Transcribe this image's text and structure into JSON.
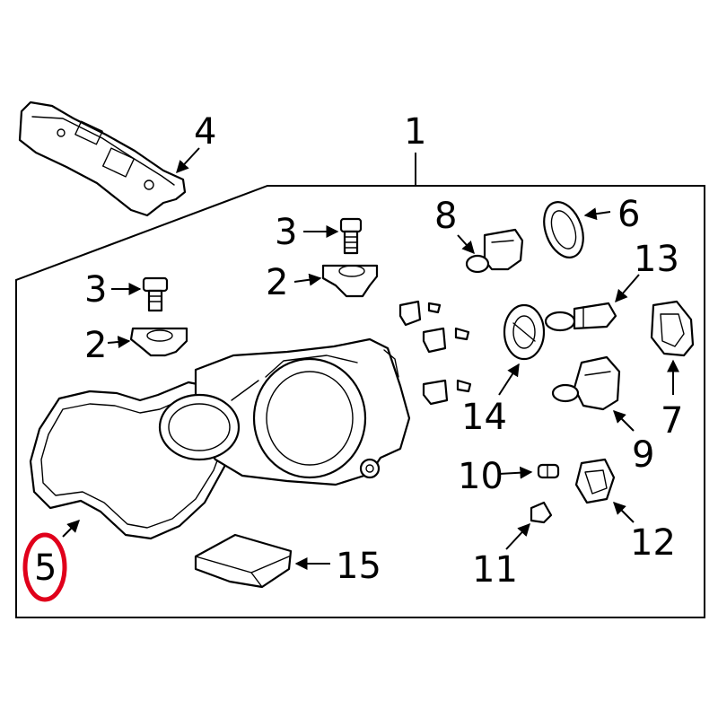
{
  "diagram": {
    "callouts": {
      "c1": "1",
      "c2a": "2",
      "c2b": "2",
      "c3a": "3",
      "c3b": "3",
      "c4": "4",
      "c5": "5",
      "c6": "6",
      "c7": "7",
      "c8": "8",
      "c9": "9",
      "c10": "10",
      "c11": "11",
      "c12": "12",
      "c13": "13",
      "c14": "14",
      "c15": "15"
    },
    "highlight": {
      "part": "5",
      "color": "#e0001b"
    }
  }
}
